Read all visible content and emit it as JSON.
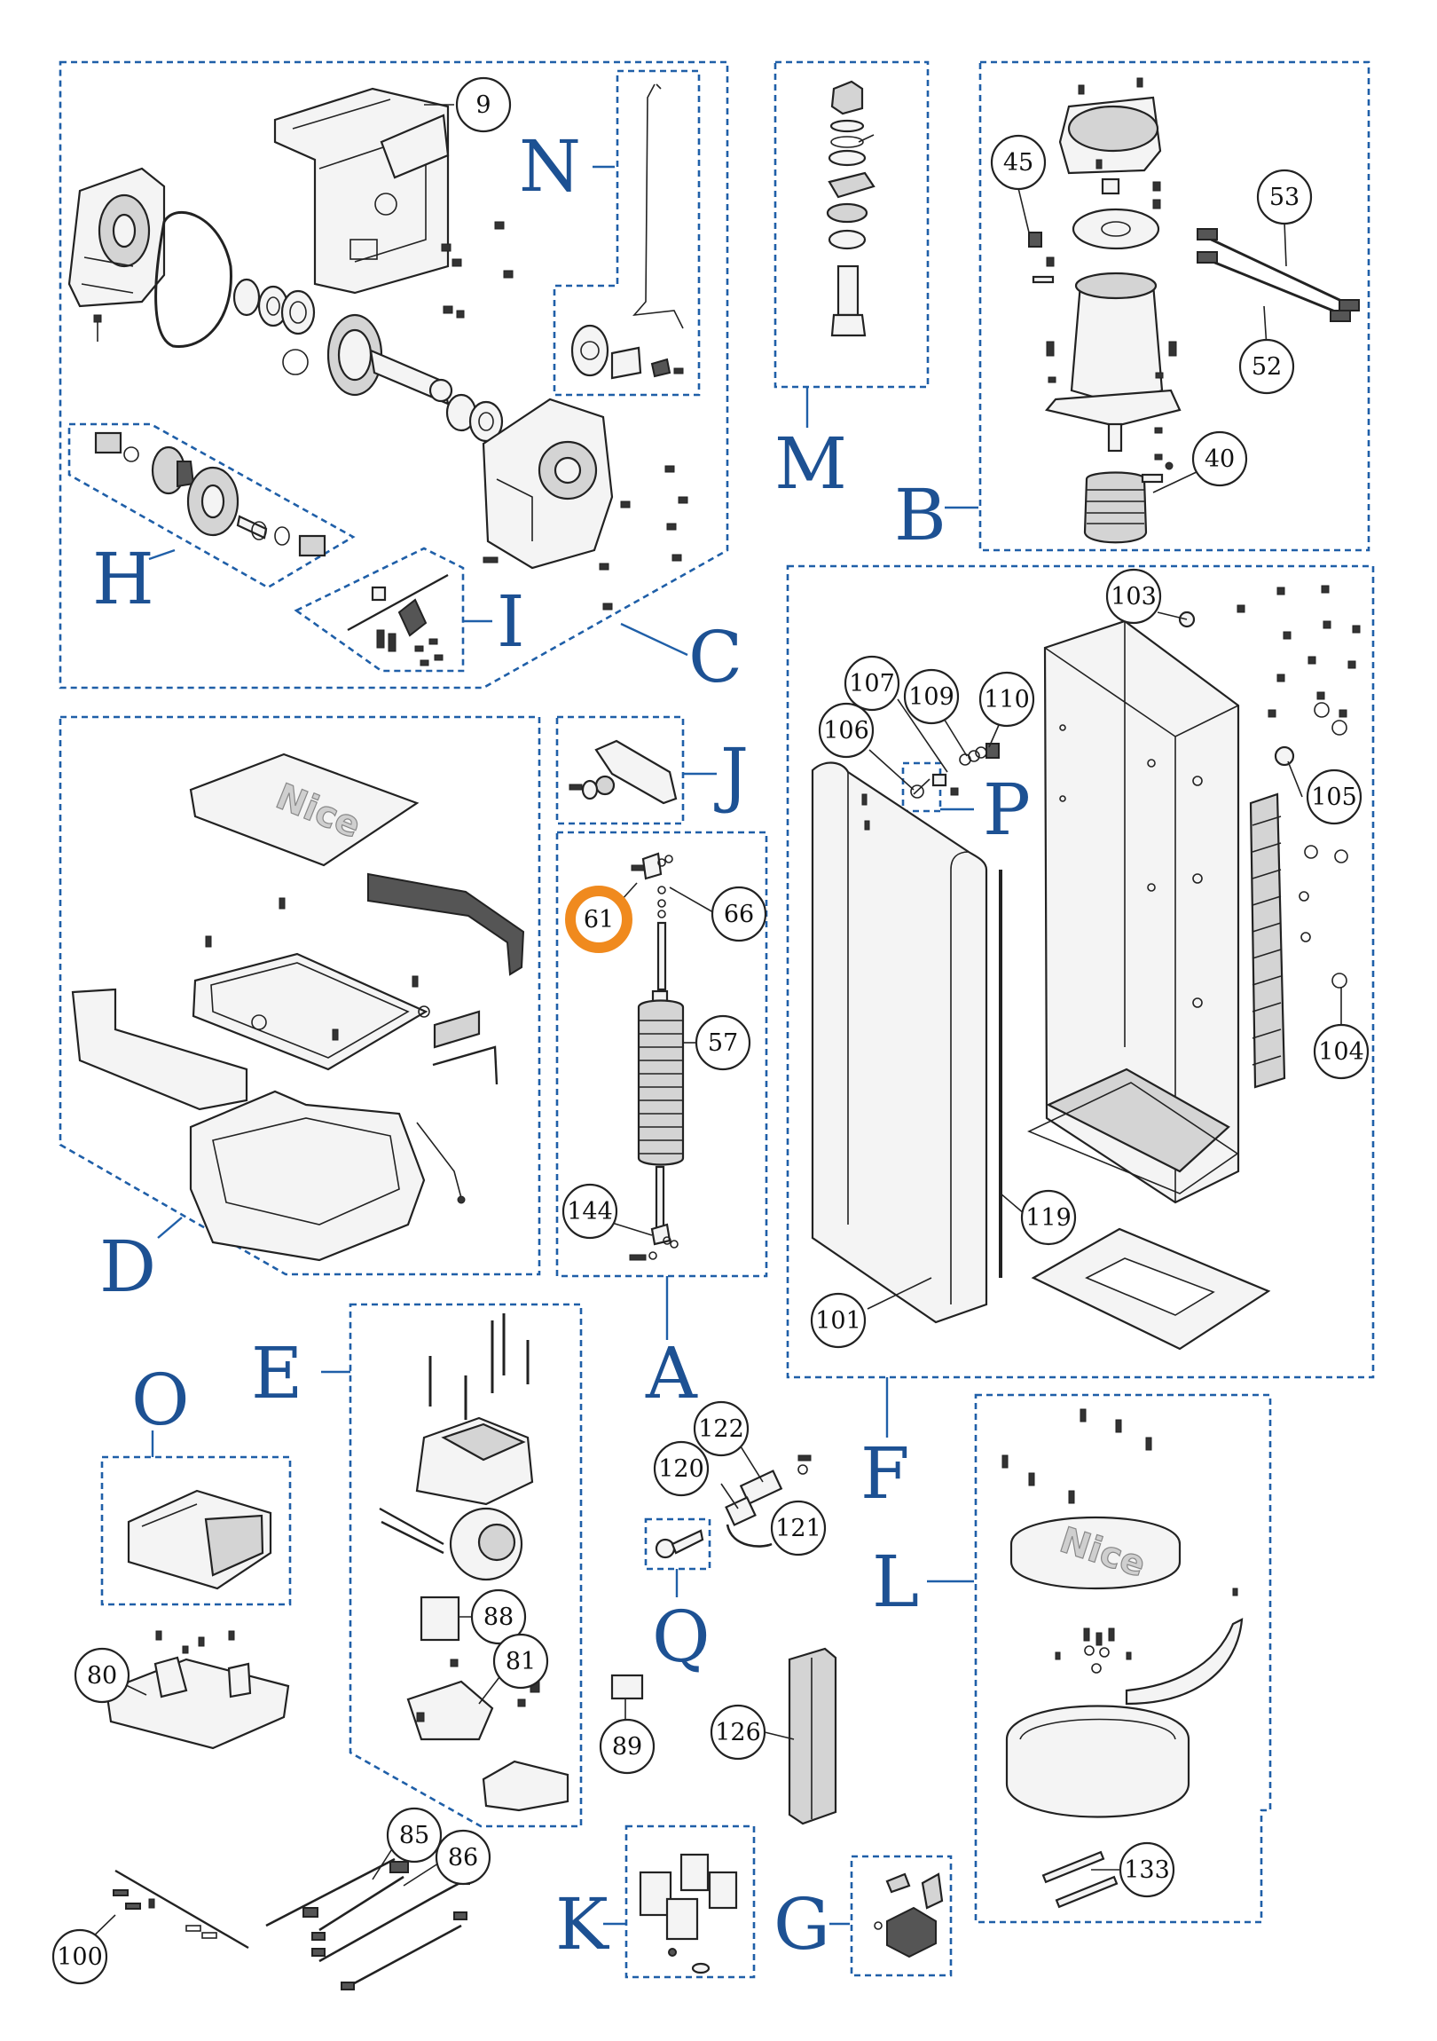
{
  "brand": {
    "logo_text": "Nice"
  },
  "groups": [
    "A",
    "B",
    "C",
    "D",
    "E",
    "F",
    "G",
    "H",
    "I",
    "J",
    "K",
    "L",
    "M",
    "N",
    "O",
    "P",
    "Q"
  ],
  "callouts": [
    "9",
    "45",
    "53",
    "52",
    "40",
    "103",
    "107",
    "109",
    "110",
    "106",
    "105",
    "104",
    "61",
    "66",
    "57",
    "144",
    "119",
    "101",
    "122",
    "120",
    "121",
    "88",
    "81",
    "80",
    "89",
    "126",
    "85",
    "86",
    "100",
    "133"
  ],
  "highlight": {
    "callout": "61",
    "color": "#f08a1e"
  },
  "colors": {
    "group_border": "#1f5fa8",
    "group_letter": "#1d5193",
    "highlight": "#f08a1e"
  }
}
